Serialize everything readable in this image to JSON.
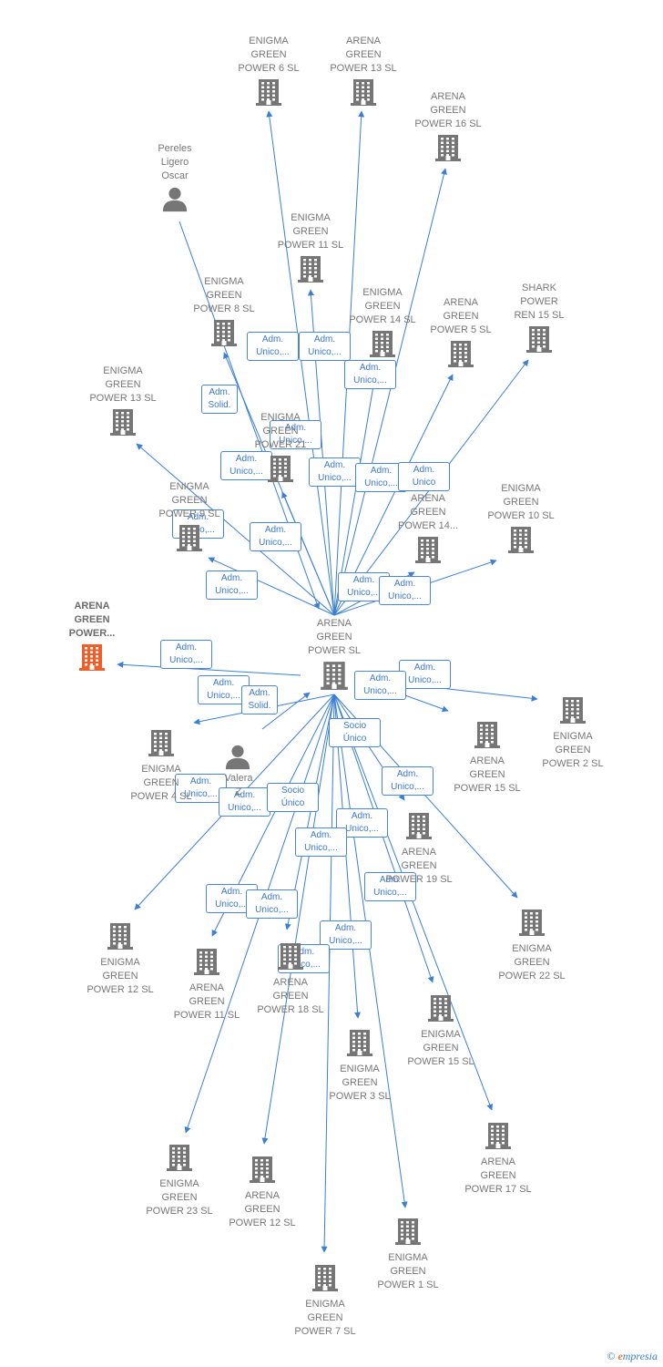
{
  "colors": {
    "edge": "#3a7fd5",
    "building": "#767676",
    "focus": "#f05f2a",
    "person": "#767676"
  },
  "nodes": [
    {
      "id": "center",
      "label": "ARENA\nGREEN\nPOWER  SL",
      "kind": "company",
      "main": true
    },
    {
      "id": "focus",
      "label": "ARENA\nGREEN\nPOWER...",
      "kind": "company",
      "focus": true
    },
    {
      "id": "eg6",
      "label": "ENIGMA\nGREEN\nPOWER 6  SL",
      "kind": "company"
    },
    {
      "id": "ag13",
      "label": "ARENA\nGREEN\nPOWER 13  SL",
      "kind": "company"
    },
    {
      "id": "ag16",
      "label": "ARENA\nGREEN\nPOWER 16  SL",
      "kind": "company"
    },
    {
      "id": "pereles",
      "label": "Pereles\nLigero\nOscar",
      "kind": "person"
    },
    {
      "id": "eg11",
      "label": "ENIGMA\nGREEN\nPOWER 11  SL",
      "kind": "company"
    },
    {
      "id": "eg8",
      "label": "ENIGMA\nGREEN\nPOWER 8  SL",
      "kind": "company"
    },
    {
      "id": "eg14",
      "label": "ENIGMA\nGREEN\nPOWER 14  SL",
      "kind": "company"
    },
    {
      "id": "ag5",
      "label": "ARENA\nGREEN\nPOWER 5  SL",
      "kind": "company"
    },
    {
      "id": "shark",
      "label": "SHARK\nPOWER\nREN 15  SL",
      "kind": "company"
    },
    {
      "id": "eg13",
      "label": "ENIGMA\nGREEN\nPOWER 13  SL",
      "kind": "company"
    },
    {
      "id": "eg21",
      "label": "ENIGMA\nGREEN\nPOWER 21",
      "kind": "company"
    },
    {
      "id": "eg9",
      "label": "ENIGMA\nGREEN\nPOWER 9  SL",
      "kind": "company"
    },
    {
      "id": "ag14",
      "label": "ARENA\nGREEN\nPOWER 14...",
      "kind": "company"
    },
    {
      "id": "eg10",
      "label": "ENIGMA\nGREEN\nPOWER 10  SL",
      "kind": "company"
    },
    {
      "id": "eg2",
      "label": "ENIGMA\nGREEN\nPOWER 2  SL",
      "kind": "company"
    },
    {
      "id": "eg4",
      "label": "ENIGMA\nGREEN\nPOWER 4  SL",
      "kind": "company"
    },
    {
      "id": "valera",
      "label": "Valera\nZ",
      "kind": "person"
    },
    {
      "id": "ag15a",
      "label": "ARENA\nGREEN\nPOWER 15  SL",
      "kind": "company"
    },
    {
      "id": "ag19",
      "label": "ARENA\nGREEN\nPOWER 19  SL",
      "kind": "company"
    },
    {
      "id": "eg12",
      "label": "ENIGMA\nGREEN\nPOWER 12  SL",
      "kind": "company"
    },
    {
      "id": "ag11",
      "label": "ARENA\nGREEN\nPOWER 11  SL",
      "kind": "company"
    },
    {
      "id": "ag18",
      "label": "ARENA\nGREEN\nPOWER 18  SL",
      "kind": "company"
    },
    {
      "id": "eg22",
      "label": "ENIGMA\nGREEN\nPOWER 22  SL",
      "kind": "company"
    },
    {
      "id": "eg15",
      "label": "ENIGMA\nGREEN\nPOWER 15  SL",
      "kind": "company"
    },
    {
      "id": "eg3",
      "label": "ENIGMA\nGREEN\nPOWER 3  SL",
      "kind": "company"
    },
    {
      "id": "ag17",
      "label": "ARENA\nGREEN\nPOWER 17  SL",
      "kind": "company"
    },
    {
      "id": "eg23",
      "label": "ENIGMA\nGREEN\nPOWER 23  SL",
      "kind": "company"
    },
    {
      "id": "ag12",
      "label": "ARENA\nGREEN\nPOWER 12  SL",
      "kind": "company"
    },
    {
      "id": "eg1",
      "label": "ENIGMA\nGREEN\nPOWER 1  SL",
      "kind": "company"
    },
    {
      "id": "eg7",
      "label": "ENIGMA\nGREEN\nPOWER 7  SL",
      "kind": "company"
    }
  ],
  "edges": [
    {
      "from": "center",
      "to": "eg6",
      "label": "Adm.\nUnico,..."
    },
    {
      "from": "center",
      "to": "ag13",
      "label": "Adm.\nUnico,..."
    },
    {
      "from": "center",
      "to": "ag16",
      "label": "Adm.\nUnico,..."
    },
    {
      "from": "pereles",
      "to": "center",
      "label": "Adm.\nSolid."
    },
    {
      "from": "center",
      "to": "eg11",
      "label": "Adm.\nUnico,..."
    },
    {
      "from": "center",
      "to": "eg8",
      "label": "Adm.\nUnico,..."
    },
    {
      "from": "center",
      "to": "eg14",
      "label": "Adm.\nUnico,..."
    },
    {
      "from": "center",
      "to": "ag5",
      "label": "Adm.\nUnico,..."
    },
    {
      "from": "center",
      "to": "shark",
      "label": "Adm.\nUnico"
    },
    {
      "from": "center",
      "to": "eg13",
      "label": "Adm.\nUnico,..."
    },
    {
      "from": "center",
      "to": "eg9",
      "label": "Adm.\nUnico,..."
    },
    {
      "from": "center",
      "to": "ag14",
      "label": "Adm.\nUnico,..."
    },
    {
      "from": "center",
      "to": "eg10",
      "label": "Adm.\nUnico,..."
    },
    {
      "from": "center",
      "to": "eg21",
      "label": "Adm.\nUnico,..."
    },
    {
      "from": "center",
      "to": "focus",
      "label": "Adm.\nUnico,..."
    },
    {
      "from": "center",
      "to": "eg2",
      "label": "Adm.\nUnico,..."
    },
    {
      "from": "center",
      "to": "eg4",
      "label": "Adm.\nUnico,..."
    },
    {
      "from": "valera",
      "to": "center",
      "label": "Adm.\nSolid."
    },
    {
      "from": "center",
      "to": "ag15a",
      "label": "Adm.\nUnico,..."
    },
    {
      "from": "center",
      "to": "ag19",
      "label": "Socio\nÚnico"
    },
    {
      "from": "center",
      "to": "eg22",
      "label": "Adm.\nUnico,..."
    },
    {
      "from": "center",
      "to": "eg12",
      "label": "Adm.\nUnico,..."
    },
    {
      "from": "center",
      "to": "ag11",
      "label": "Adm.\nUnico,..."
    },
    {
      "from": "center",
      "to": "ag18",
      "label": "Socio\nÚnico"
    },
    {
      "from": "center",
      "to": "eg15",
      "label": "Adm.\nUnico,..."
    },
    {
      "from": "center",
      "to": "eg3",
      "label": "Adm.\nUnico,..."
    },
    {
      "from": "center",
      "to": "ag17",
      "label": "Adm.\nUnico,..."
    },
    {
      "from": "center",
      "to": "eg23",
      "label": "Adm.\nUnico,..."
    },
    {
      "from": "center",
      "to": "ag12",
      "label": "Adm.\nUnico,..."
    },
    {
      "from": "center",
      "to": "eg1",
      "label": "Adm.\nUnico,..."
    },
    {
      "from": "center",
      "to": "eg7",
      "label": "Adm.\nUnico,..."
    }
  ],
  "footer": {
    "copyright": "©",
    "brand_initial": "e",
    "brand_rest": "mpresia"
  }
}
